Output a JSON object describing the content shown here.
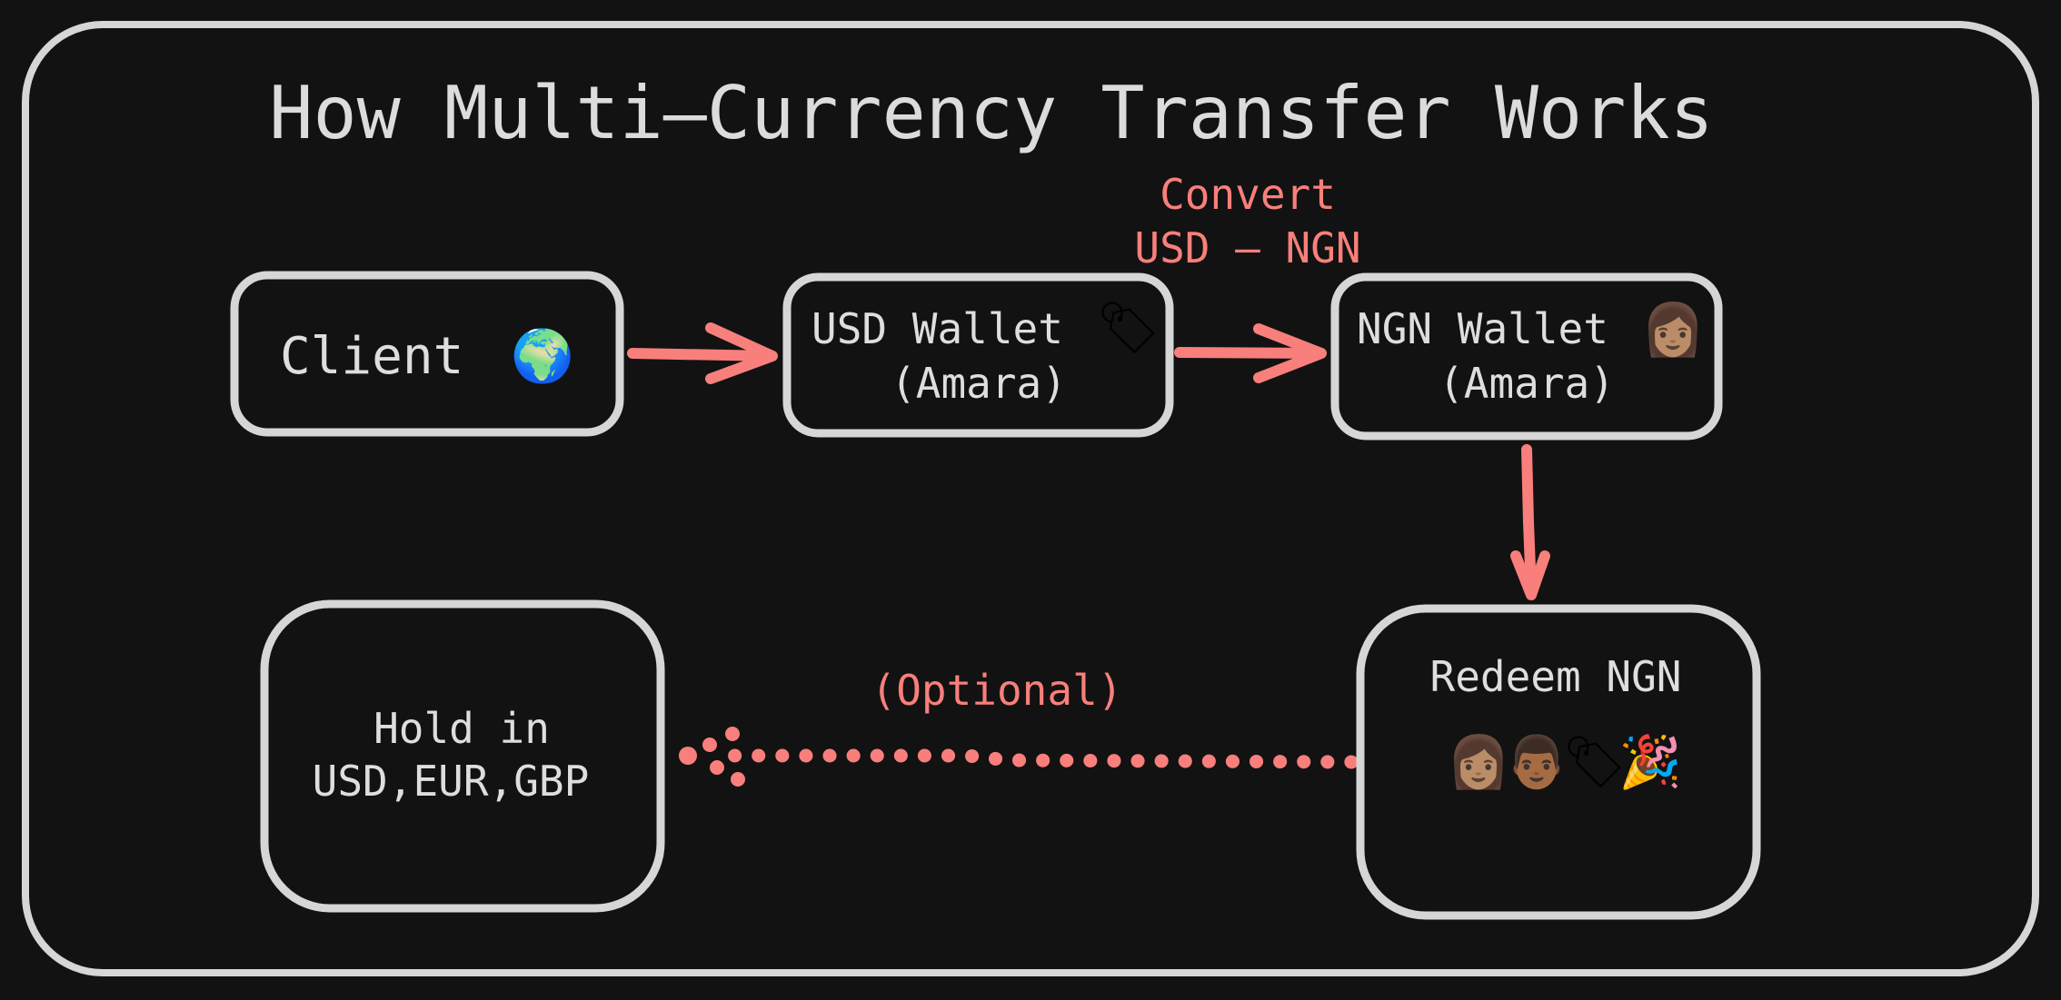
{
  "title": "How Multi–Currency Transfer Works",
  "colors": {
    "background": "#121212",
    "outline": "#d6d6d6",
    "text": "#dedede",
    "accent": "#f87f7b"
  },
  "nodes": {
    "client": {
      "label": "Client",
      "icon": "globe-icon",
      "emoji": "🌍"
    },
    "usd_wallet": {
      "line1": "USD Wallet",
      "line2": "(Amara)",
      "icon": "wallet-tag-icon",
      "emoji": "🏷"
    },
    "ngn_wallet": {
      "line1": "NGN Wallet",
      "line2": "(Amara)",
      "icon": "woman-icon",
      "emoji": "👩🏽"
    },
    "redeem_ngn": {
      "label": "Redeem NGN",
      "icons": [
        "woman-icon",
        "man-icon",
        "wallet-tag-icon",
        "party-popper-icon"
      ],
      "emojis": [
        "👩🏽",
        "👨🏾",
        "🏷",
        "🎉"
      ]
    },
    "hold": {
      "line1": "Hold in",
      "line2": "USD,EUR,GBP"
    }
  },
  "edges": {
    "convert": {
      "line1": "Convert",
      "line2": "USD – NGN"
    },
    "optional": {
      "label": "(Optional)"
    }
  }
}
